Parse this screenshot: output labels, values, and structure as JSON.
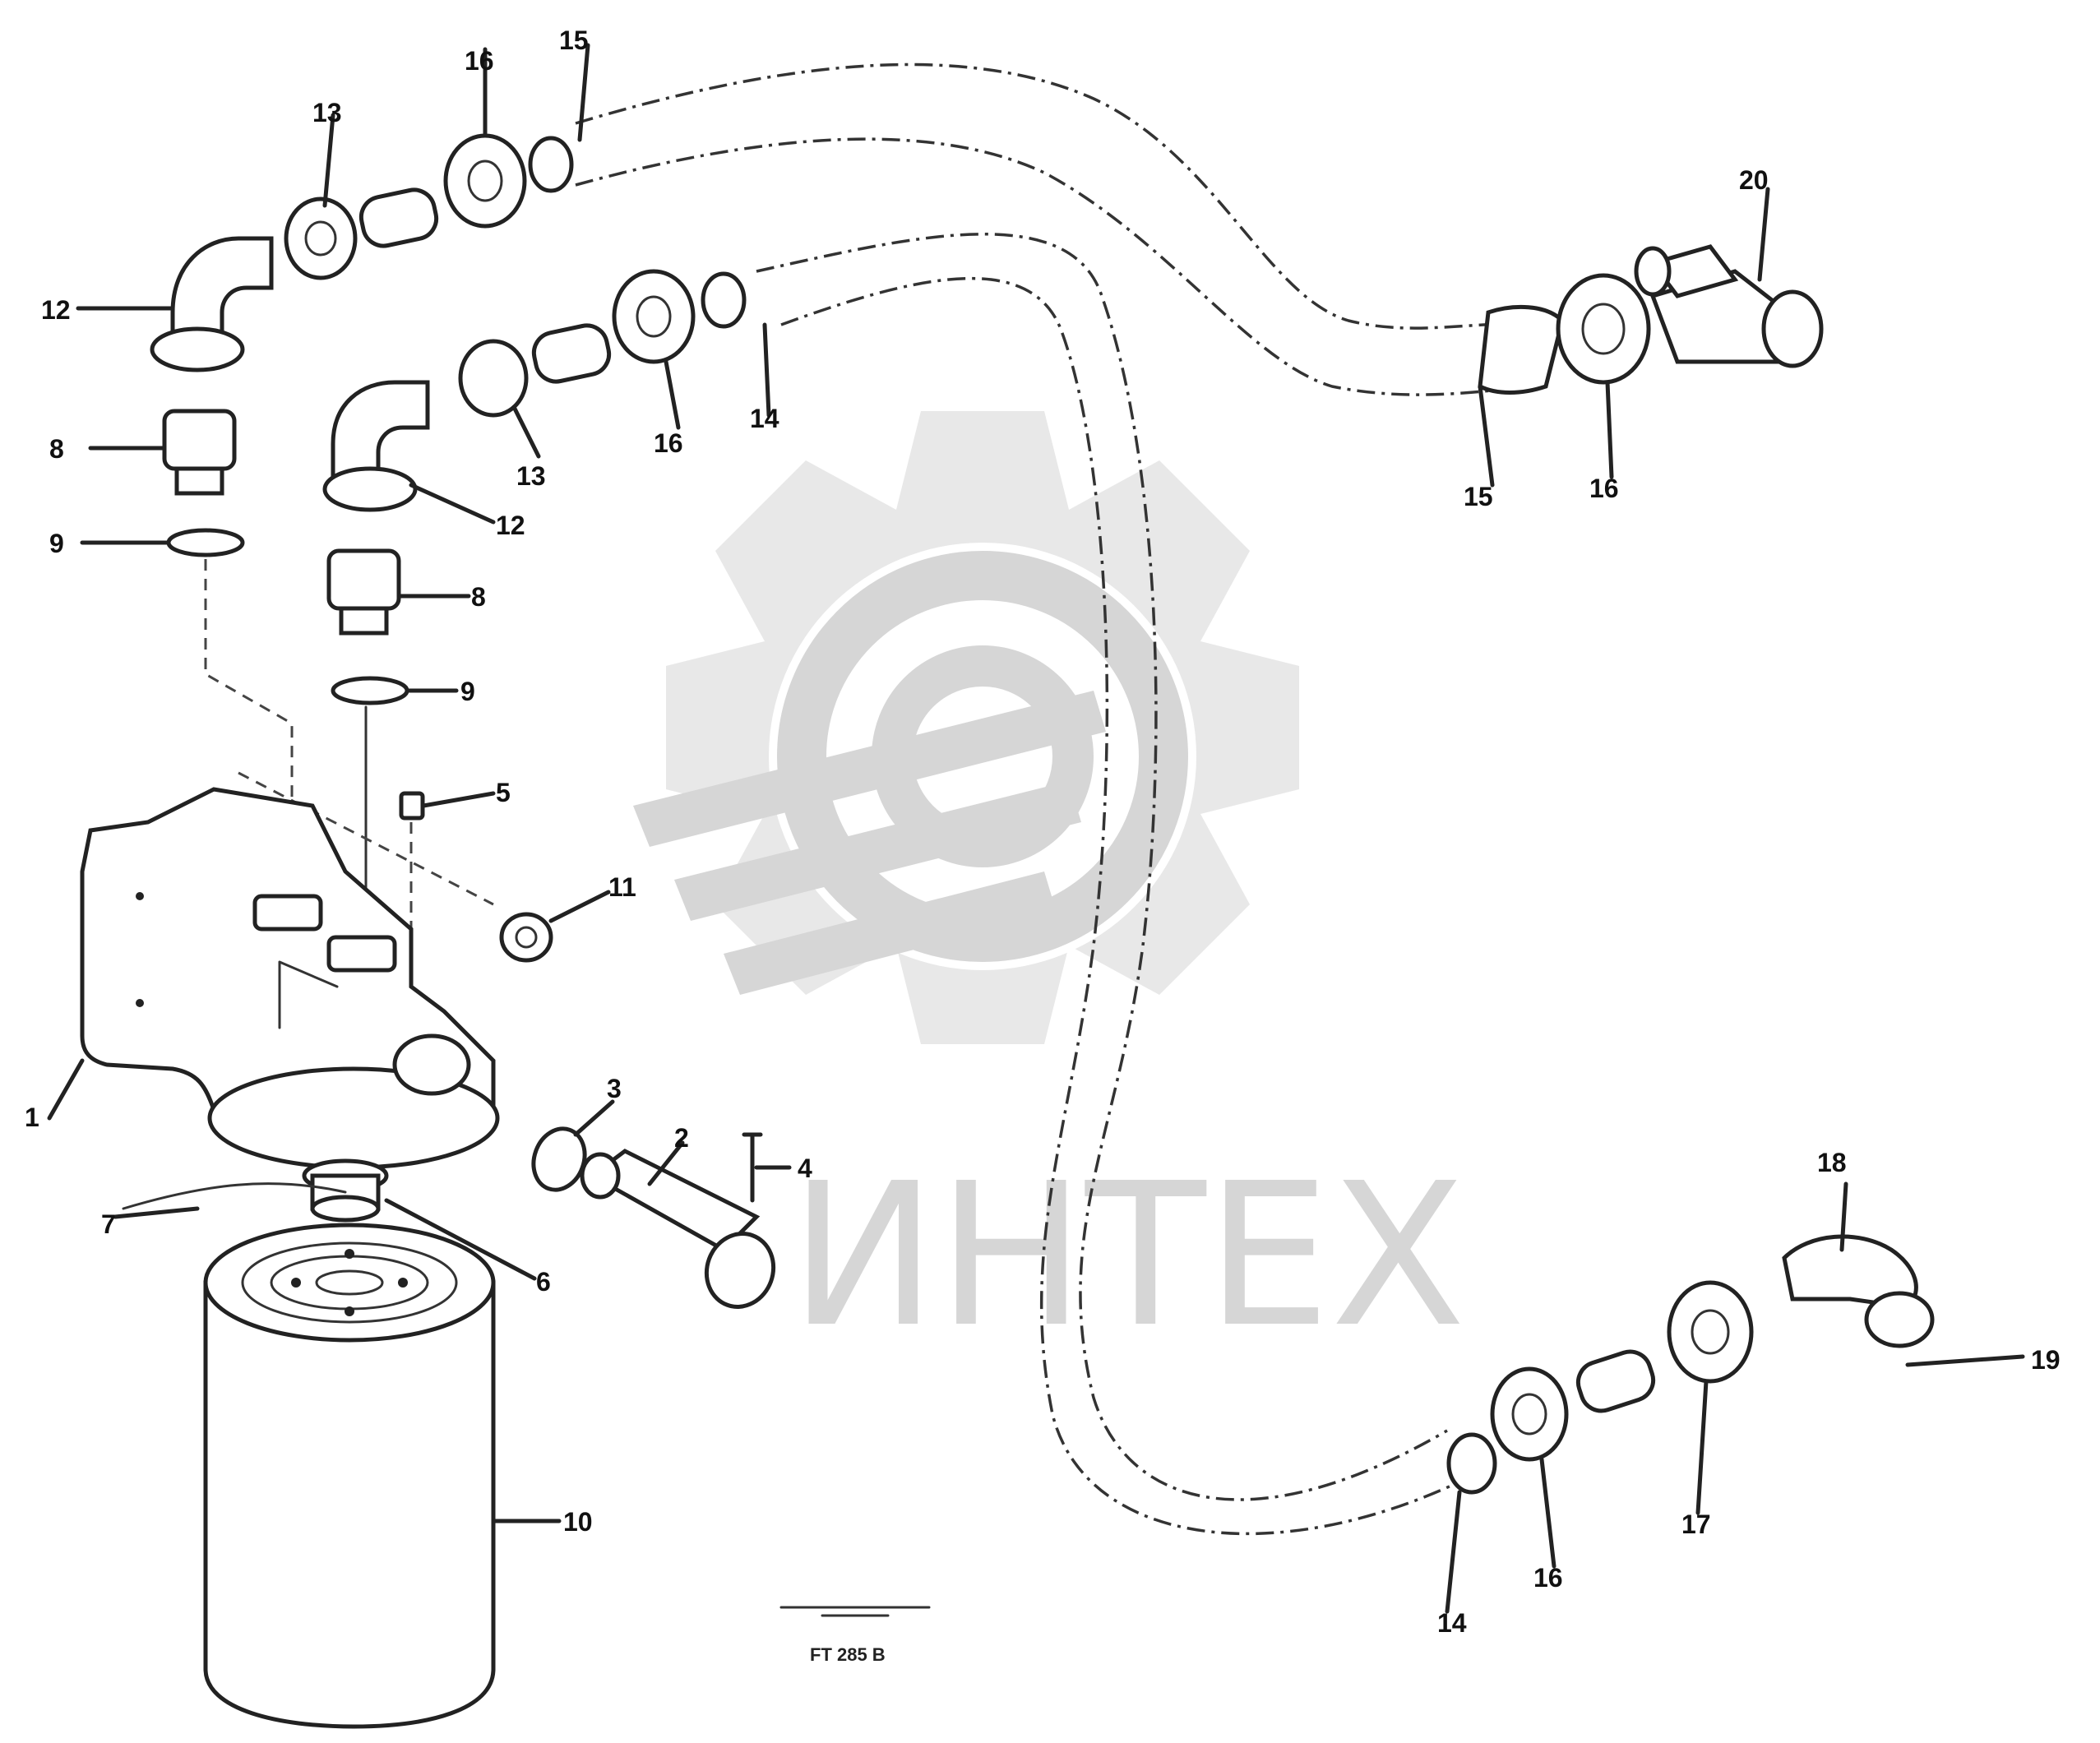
{
  "watermark": {
    "text": "ИНТЕХ"
  },
  "figure": {
    "code": "FT 285 B"
  },
  "callouts": {
    "c1": "1",
    "c2": "2",
    "c3": "3",
    "c4": "4",
    "c5": "5",
    "c6": "6",
    "c7": "7",
    "c8a": "8",
    "c8b": "8",
    "c9a": "9",
    "c9b": "9",
    "c10": "10",
    "c11": "11",
    "c12a": "12",
    "c12b": "12",
    "c13a": "13",
    "c13b": "13",
    "c14a": "14",
    "c14b": "14",
    "c15a": "15",
    "c15b": "15",
    "c16a": "16",
    "c16b": "16",
    "c16c": "16",
    "c16d": "16",
    "c17": "17",
    "c18": "18",
    "c19": "19",
    "c20": "20"
  }
}
